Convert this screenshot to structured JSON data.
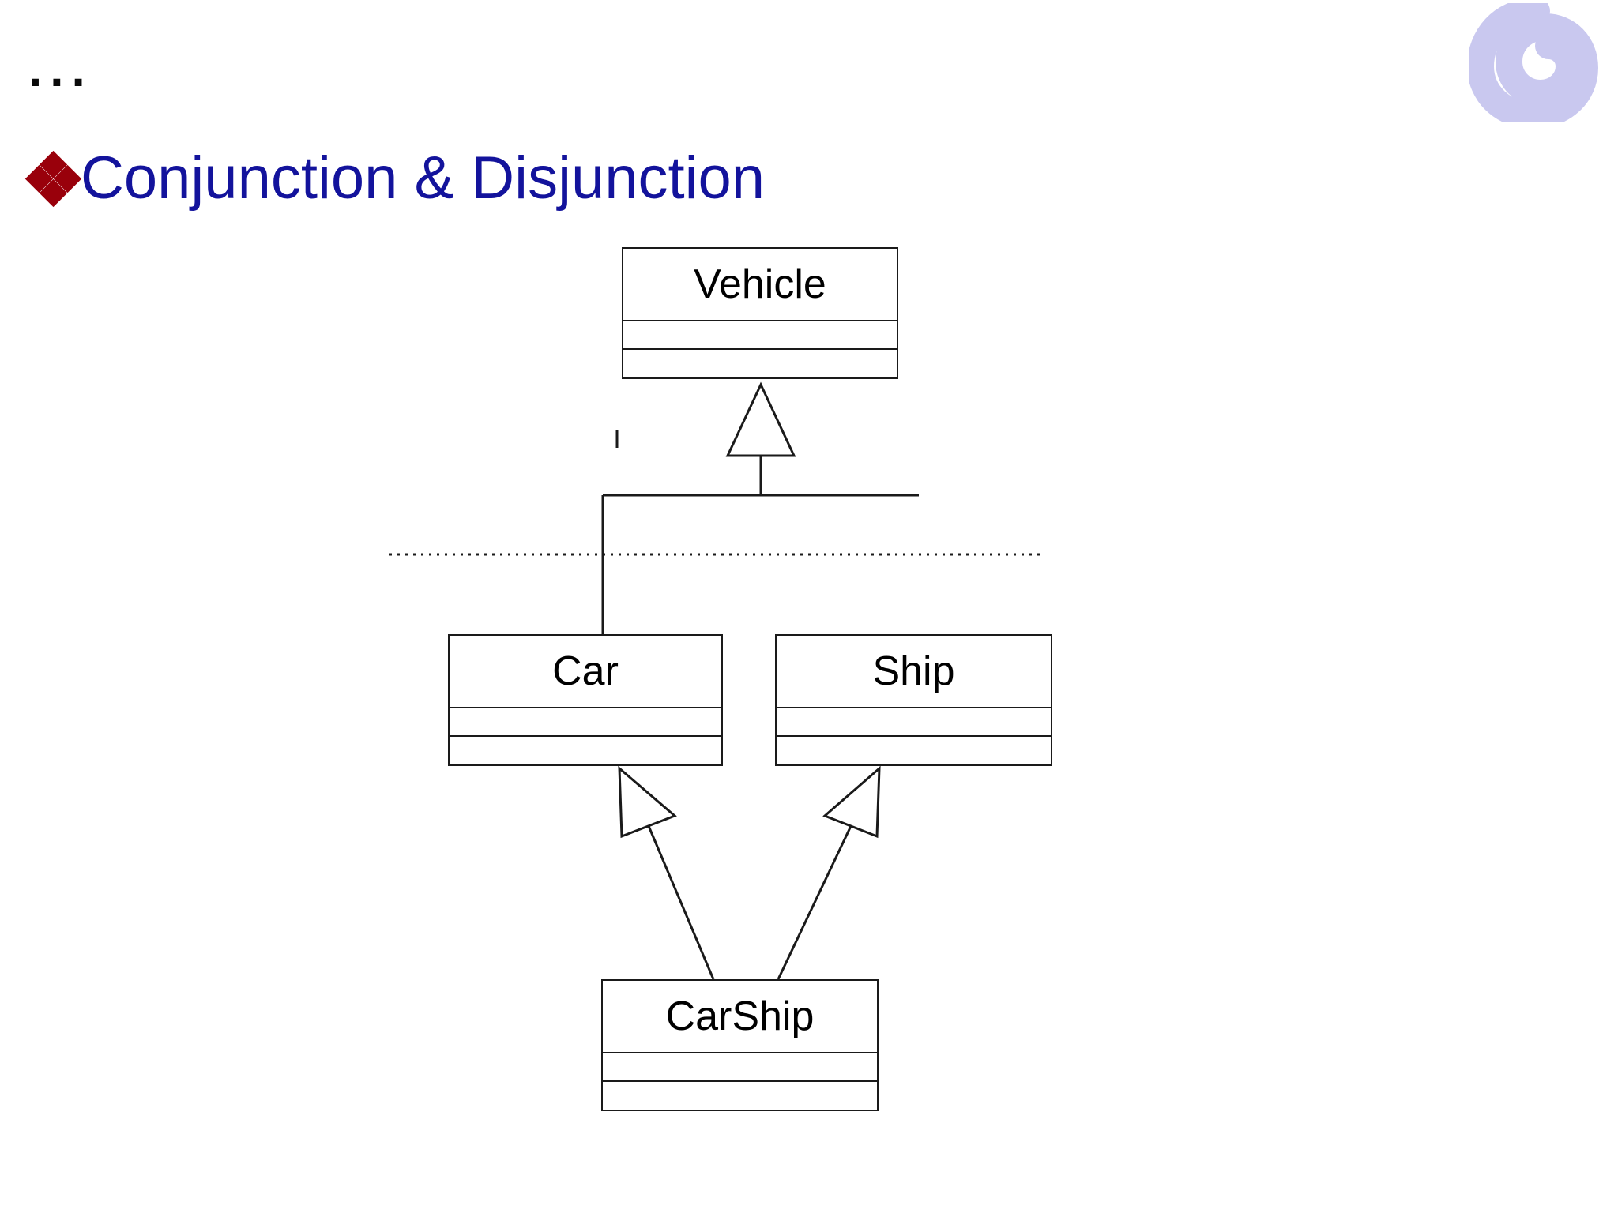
{
  "slide": {
    "continuation_marker": "...",
    "title": "Conjunction  & Disjunction",
    "bullet_glyph": "diamond-cluster",
    "background_color": "#ffffff",
    "title_color": "#13139c",
    "bullet_color": "#99000b",
    "logo": {
      "name": "spiral-swirl-logo",
      "color": "#c9c8ef"
    }
  },
  "diagram": {
    "type": "uml-class-diagram",
    "line_color": "#1a1a1a",
    "classes": [
      {
        "id": "vehicle",
        "name": "Vehicle",
        "attributes": [],
        "operations": []
      },
      {
        "id": "car",
        "name": "Car",
        "attributes": [],
        "operations": []
      },
      {
        "id": "ship",
        "name": "Ship",
        "attributes": [],
        "operations": []
      },
      {
        "id": "carship",
        "name": "CarShip",
        "attributes": [],
        "operations": []
      }
    ],
    "relationships": [
      {
        "kind": "generalization",
        "from": "Car",
        "to": "Vehicle"
      },
      {
        "kind": "generalization",
        "from": "Ship",
        "to": "Vehicle"
      },
      {
        "kind": "generalization",
        "from": "CarShip",
        "to": "Car"
      },
      {
        "kind": "generalization",
        "from": "CarShip",
        "to": "Ship"
      }
    ],
    "annotations": [
      {
        "name": "partition-dotted-line",
        "style": "dotted"
      },
      {
        "name": "constraint-tick-mark",
        "style": "solid"
      }
    ]
  }
}
